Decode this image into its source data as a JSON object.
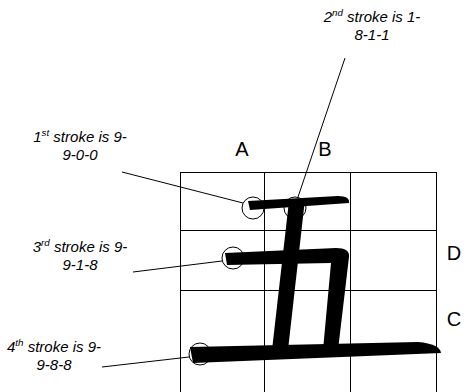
{
  "diagram": {
    "labels": [
      "2nd stroke is 1-8-1-1",
      "1st stroke is 9-9-0-0",
      "A",
      "B",
      "D",
      "3rd stroke is 9-9-1-8",
      "C",
      "4th stroke is 9-9-8-8"
    ]
  }
}
